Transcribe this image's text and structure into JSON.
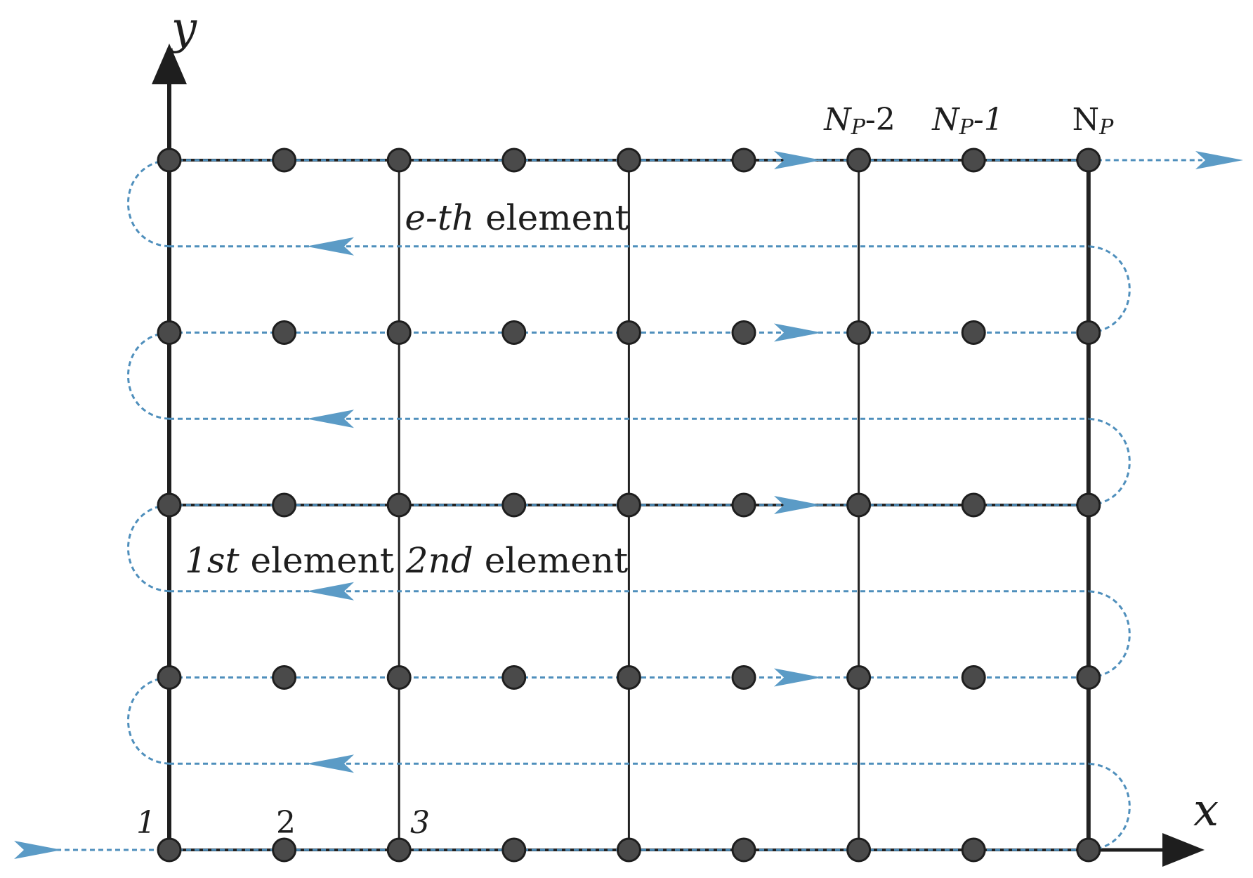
{
  "axes": {
    "x_label": "x",
    "y_label": "y"
  },
  "node_labels": {
    "n1": "1",
    "n2": "2",
    "n3": "3",
    "np2_base": "N",
    "np2_sub": "P",
    "np2_suffix": "-2",
    "np1_base": "N",
    "np1_sub": "P",
    "np1_suffix": "-1",
    "np_base": "N",
    "np_sub": "P"
  },
  "element_labels": {
    "first": {
      "prefix": "1st",
      "suffix": " element"
    },
    "second": {
      "prefix": "2nd",
      "suffix": " element"
    },
    "eth": {
      "prefix": "e-th",
      "suffix": " element"
    }
  },
  "grid": {
    "columns": 9,
    "rows": 5,
    "element_size": 2
  },
  "colors": {
    "grid_line": "#222222",
    "node_fill": "#4a4a4a",
    "node_stroke": "#1e1e1e",
    "path": "#4f8fbc",
    "arrow": "#5b9bc6"
  }
}
